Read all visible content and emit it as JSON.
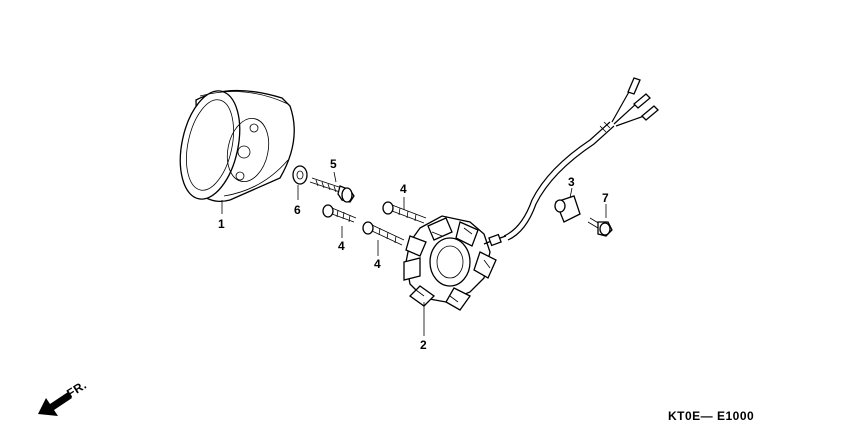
{
  "diagram": {
    "callouts": {
      "flywheel": "1",
      "stator": "2",
      "clamp": "3",
      "stator_bolt_a": "4",
      "stator_bolt_b": "4",
      "stator_bolt_c": "4",
      "flange_bolt": "5",
      "washer": "6",
      "clamp_bolt": "7"
    },
    "direction_label": "FR.",
    "diagram_code": "KT0E— E1000"
  }
}
